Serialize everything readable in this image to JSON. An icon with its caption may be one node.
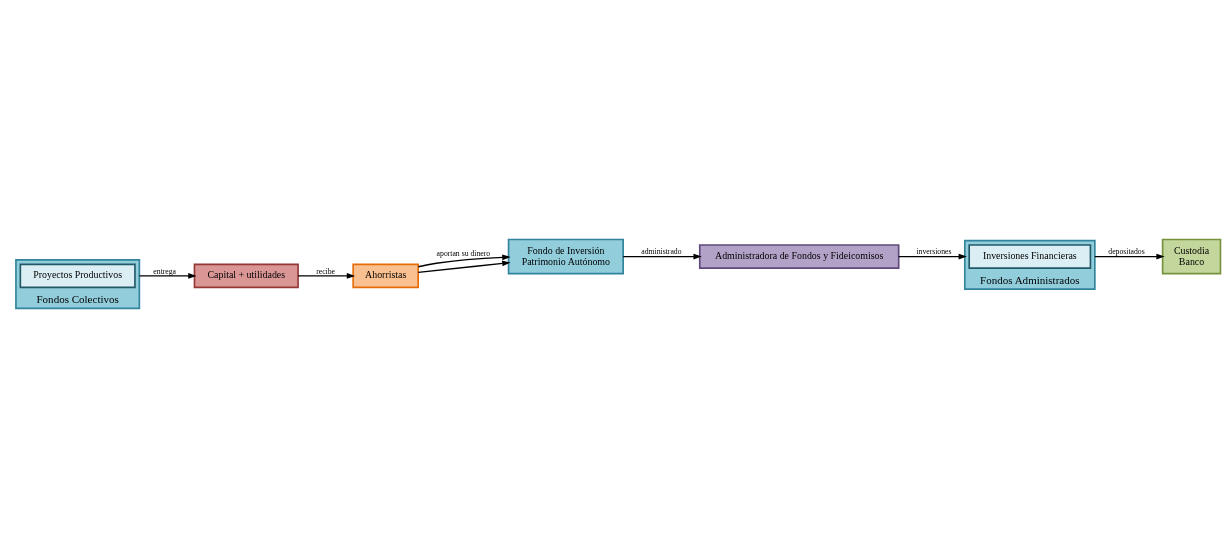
{
  "diagram": {
    "nodes": [
      {
        "text": [
          "Fondo de Inversión",
          "Patrimonio Autónomo"
        ]
      },
      {
        "text": [
          "Administradora de Fondos y Fideicomisos"
        ]
      },
      {
        "text": [
          "Custodia",
          "Banco"
        ]
      },
      {
        "text": [
          "Fondos Administrados"
        ]
      },
      {
        "text": [
          "Inversiones Financieras"
        ],
        "in": 3
      },
      {
        "text": [
          "Fondos Colectivos"
        ]
      },
      {
        "text": [
          "Proyectos Productivos"
        ],
        "in": 5
      },
      {
        "text": [
          "Ahorristas"
        ]
      },
      {
        "text": [
          "Capital + utilidades"
        ]
      }
    ],
    "edges": [
      {
        "from": 0,
        "to": 1,
        "arrow": "to",
        "label": "administrado"
      },
      {
        "from": 1,
        "to": 3,
        "arrow": "to",
        "label": "inversiones"
      },
      {
        "from": 3,
        "to": 2,
        "arrow": "to",
        "label": "depositados"
      },
      {
        "from": 5,
        "to": 8,
        "arrow": "to",
        "label": "entrega"
      },
      {
        "from": 8,
        "to": 7,
        "arrow": "to",
        "label": "recibe"
      },
      {
        "from": 7,
        "to": 0,
        "arrow": "to",
        "label": "aportan su dinero"
      },
      {
        "from": 7,
        "to": 0,
        "arrow": "to"
      }
    ]
  }
}
